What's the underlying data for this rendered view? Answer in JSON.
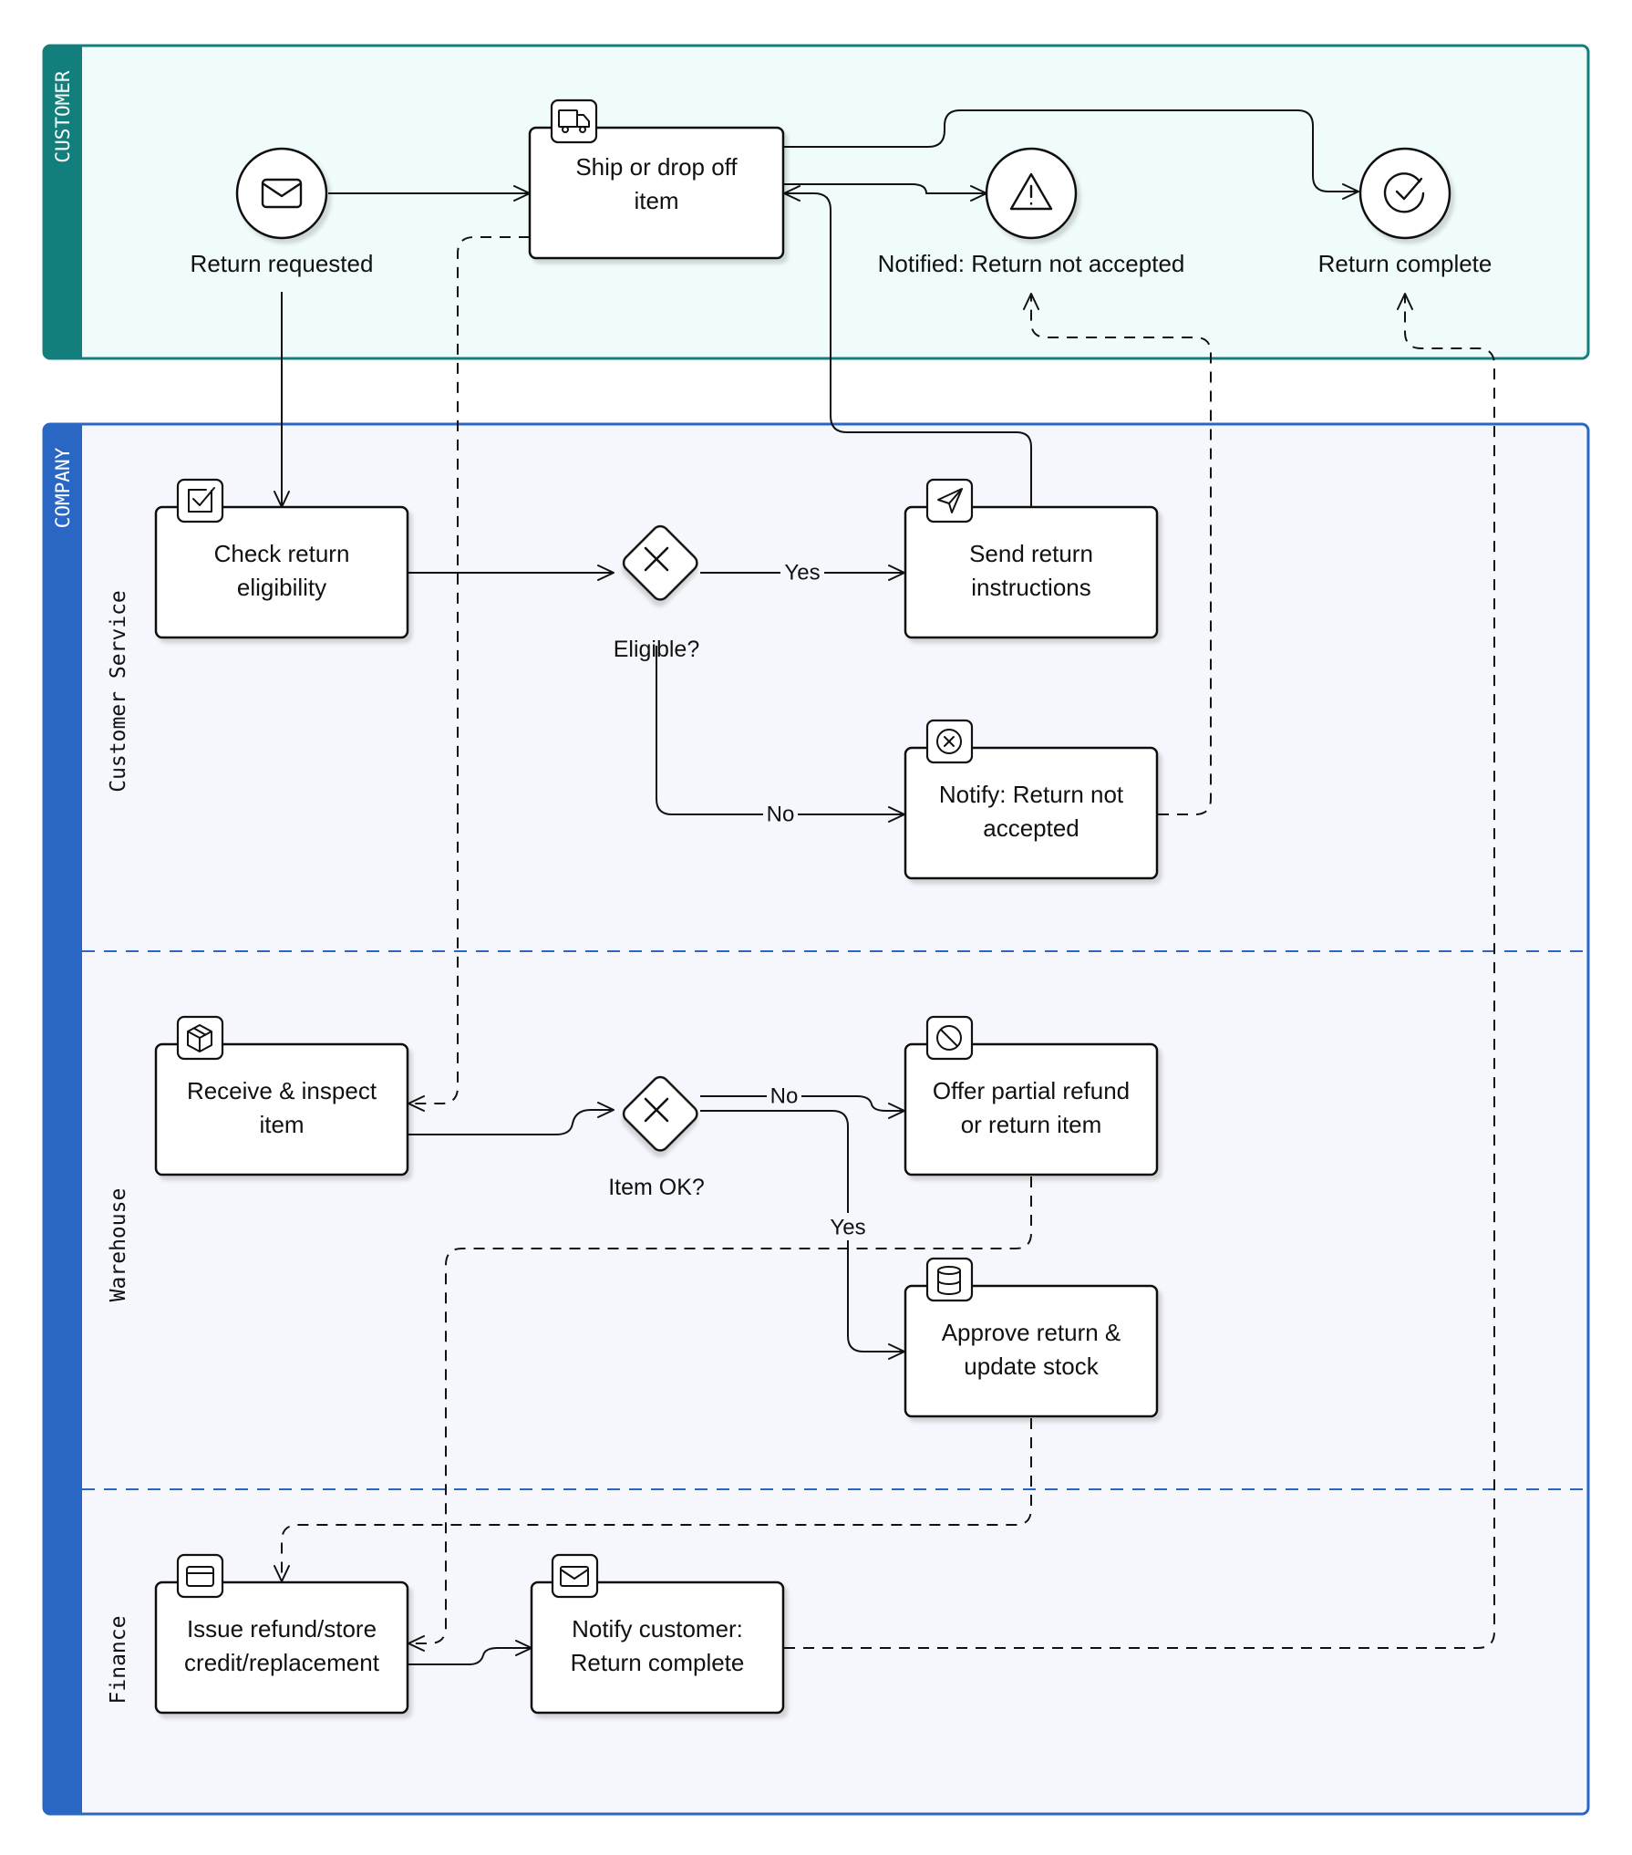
{
  "pools": [
    {
      "name": "CUSTOMER",
      "color": "#137f7d",
      "fill": "#f0fcfb"
    },
    {
      "name": "COMPANY",
      "color": "#2a66c4",
      "fill": "#f5f7fc",
      "lanes": [
        "Customer Service",
        "Warehouse",
        "Finance"
      ]
    }
  ],
  "nodes": {
    "return_requested": {
      "label": "Return requested",
      "icon": "mail-icon"
    },
    "ship_item": {
      "label": [
        "Ship or drop off",
        "item"
      ],
      "icon": "truck-icon"
    },
    "notified_not_accepted": {
      "label": "Notified: Return not accepted",
      "icon": "warning-icon"
    },
    "return_complete": {
      "label": "Return complete",
      "icon": "check-circle-icon"
    },
    "check_eligibility": {
      "label": [
        "Check return",
        "eligibility"
      ],
      "icon": "checkbox-icon"
    },
    "eligible_gateway": {
      "label": "Eligible?",
      "icon": "x-gateway-icon"
    },
    "send_instructions": {
      "label": [
        "Send return",
        "instructions"
      ],
      "icon": "send-icon"
    },
    "notify_not_accepted": {
      "label": [
        "Notify: Return not",
        "accepted"
      ],
      "icon": "x-circle-icon"
    },
    "receive_inspect": {
      "label": [
        "Receive & inspect",
        "item"
      ],
      "icon": "package-icon"
    },
    "item_ok_gateway": {
      "label": "Item OK?",
      "icon": "x-gateway-icon"
    },
    "offer_partial": {
      "label": [
        "Offer partial refund",
        "or return item"
      ],
      "icon": "ban-icon"
    },
    "approve_return": {
      "label": [
        "Approve return &",
        "update stock"
      ],
      "icon": "database-icon"
    },
    "issue_refund": {
      "label": [
        "Issue refund/store",
        "credit/replacement"
      ],
      "icon": "card-icon"
    },
    "notify_complete": {
      "label": [
        "Notify customer:",
        "Return complete"
      ],
      "icon": "mail-icon"
    }
  },
  "edge_labels": {
    "eligible_yes": "Yes",
    "eligible_no": "No",
    "item_no": "No",
    "item_yes": "Yes"
  }
}
